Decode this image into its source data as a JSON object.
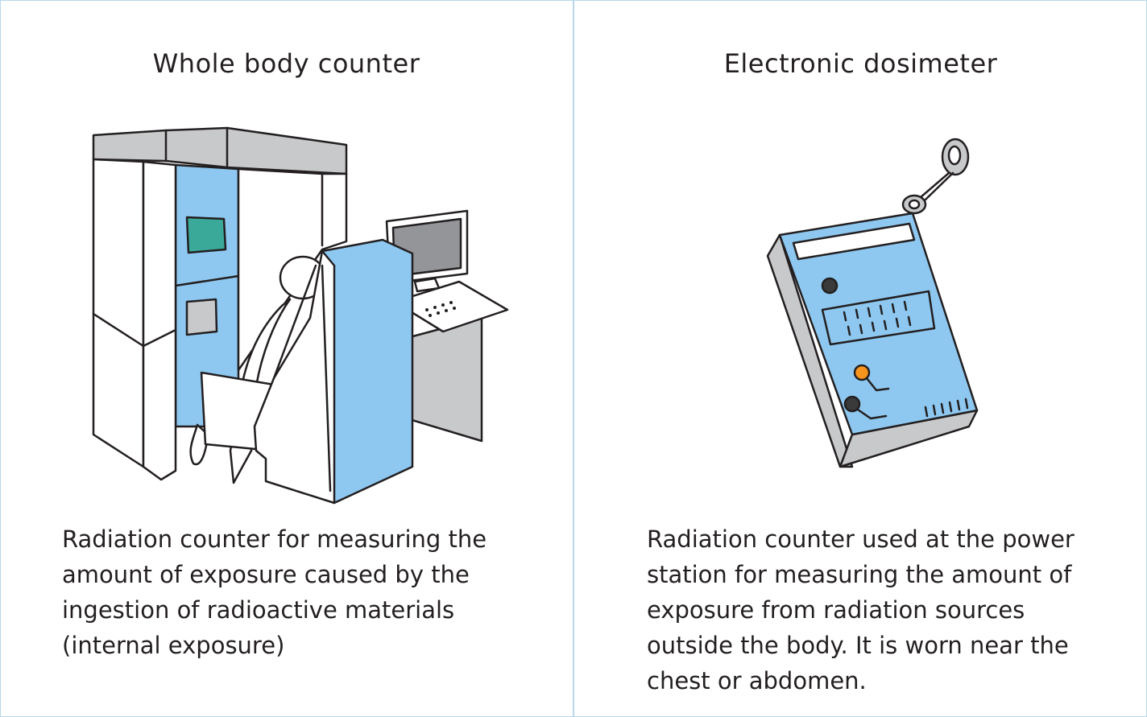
{
  "panels": [
    {
      "title": "Whole body counter",
      "description": "Radiation counter for measuring the\namount of exposure caused by the\ningestion of radioactive materials\n (internal exposure)",
      "illustration_icon": "whole-body-counter-icon"
    },
    {
      "title": "Electronic dosimeter",
      "description": "Radiation counter used at the power\nstation  for measuring the amount of\nexposure from  radiation sources\noutside the body. It is worn near the\nchest or abdomen.",
      "illustration_icon": "electronic-dosimeter-icon"
    }
  ],
  "colors": {
    "border": "#b9d7ea",
    "light_blue": "#8ec8f0",
    "gray": "#c8c9cb",
    "teal": "#3aa99a",
    "orange": "#f7941d",
    "dark": "#231f20"
  }
}
